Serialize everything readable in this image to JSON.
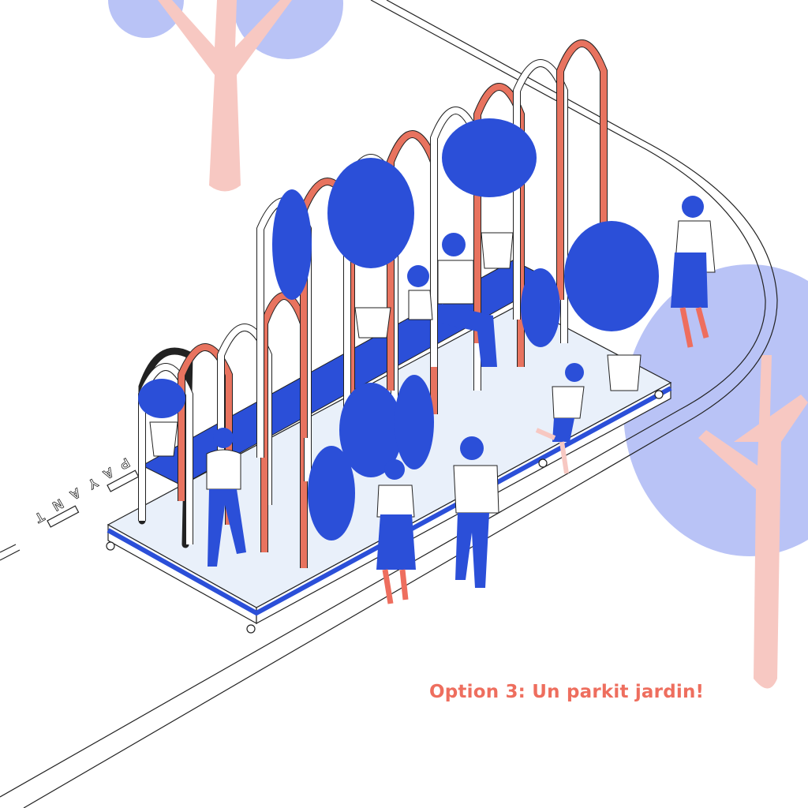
{
  "caption": "Option 3: Un parkit jardin!",
  "road_marking": [
    "P",
    "A",
    "Y",
    "A",
    "N",
    "T"
  ],
  "colors": {
    "accent_red": "#EE6E5E",
    "blue": "#2B4FD8",
    "tree_blue": "#B9C3F6",
    "trunk_pink": "#F7C8C2",
    "platform": "#E9F0FA"
  }
}
